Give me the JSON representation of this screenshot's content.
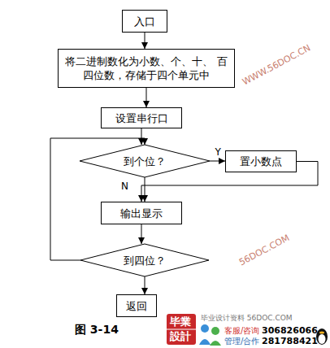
{
  "diagram": {
    "nodes": [
      {
        "text": [
          "入口"
        ]
      },
      {
        "text": [
          "将二进制数化为小数、个、十、 百四位数，存储于四个单元中"
        ]
      },
      {
        "text": [
          "设置串行口"
        ]
      },
      {
        "text": [
          "到个位？"
        ]
      },
      {
        "text": [
          "置小数点"
        ]
      },
      {
        "text": [
          "输出显示"
        ]
      },
      {
        "text": [
          "到四位？"
        ]
      },
      {
        "text": [
          "返回"
        ]
      }
    ],
    "edges": [
      {
        "from": 0,
        "to": 1,
        "arrow": "to"
      },
      {
        "from": 1,
        "to": 2,
        "arrow": "to"
      },
      {
        "from": 2,
        "to": 3,
        "arrow": "to"
      },
      {
        "from": 3,
        "to": 4,
        "label": "Y",
        "arrow": "to"
      },
      {
        "from": 3,
        "to": 5,
        "label": "N",
        "arrow": "to"
      },
      {
        "from": 4,
        "to": 5,
        "arrow": "to"
      },
      {
        "from": 5,
        "to": 6,
        "arrow": "to"
      },
      {
        "from": 6,
        "to": 3,
        "arrow": "to"
      },
      {
        "from": 6,
        "to": 7,
        "arrow": "to"
      }
    ],
    "labels": [
      "WWW.56DOC.CN",
      "56DOC.COM",
      "图 3-14",
      "毕業",
      "設計",
      "毕业设计资料 56DOC.COM",
      "客服/咨询",
      "306826066",
      "管理/合作",
      "281788421"
    ]
  }
}
